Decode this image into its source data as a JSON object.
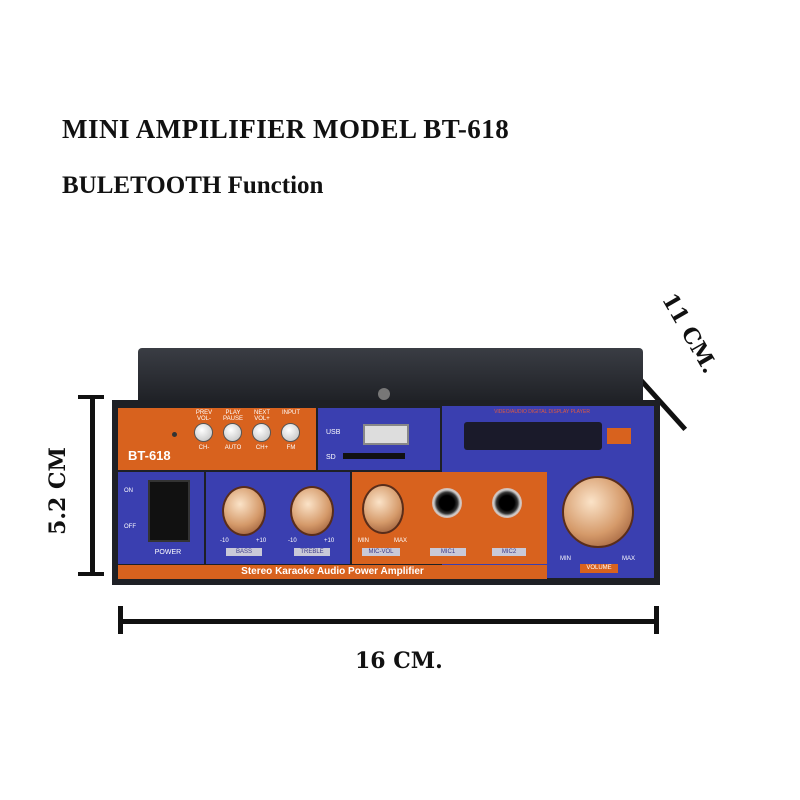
{
  "title": "MINI AMPILIFIER MODEL BT-618",
  "subtitle": "BULETOOTH Function",
  "dimensions": {
    "height": "5.2 CM",
    "width": "16 CM.",
    "depth": "11 CM."
  },
  "device": {
    "model": "BT-618",
    "buttons": [
      {
        "top": "PREV VOL-",
        "bottom": "CH-"
      },
      {
        "top": "PLAY PAUSE",
        "bottom": "AUTO"
      },
      {
        "top": "NEXT VOL+",
        "bottom": "CH+"
      },
      {
        "top": "INPUT",
        "bottom": "FM"
      }
    ],
    "usb": "USB",
    "sd": "SD",
    "display_title": "VIDEO/AUDIO DIGITAL DISPLAY PLAYER",
    "power": {
      "on": "ON",
      "off": "OFF",
      "label": "POWER"
    },
    "bass": {
      "min": "-10",
      "max": "+10",
      "label": "BASS"
    },
    "treble": {
      "min": "-10",
      "max": "+10",
      "label": "TREBLE"
    },
    "mic_vol": {
      "min": "MIN",
      "max": "MAX",
      "label": "MIC-VOL"
    },
    "mic1": "MIC1",
    "mic2": "MIC2",
    "volume": {
      "min": "MIN",
      "max": "MAX",
      "label": "VOLUME"
    },
    "banner": "Stereo Karaoke Audio Power Amplifier"
  },
  "colors": {
    "orange": "#d8621e",
    "blue": "#3a3fb0",
    "body": "#2a2d33"
  }
}
